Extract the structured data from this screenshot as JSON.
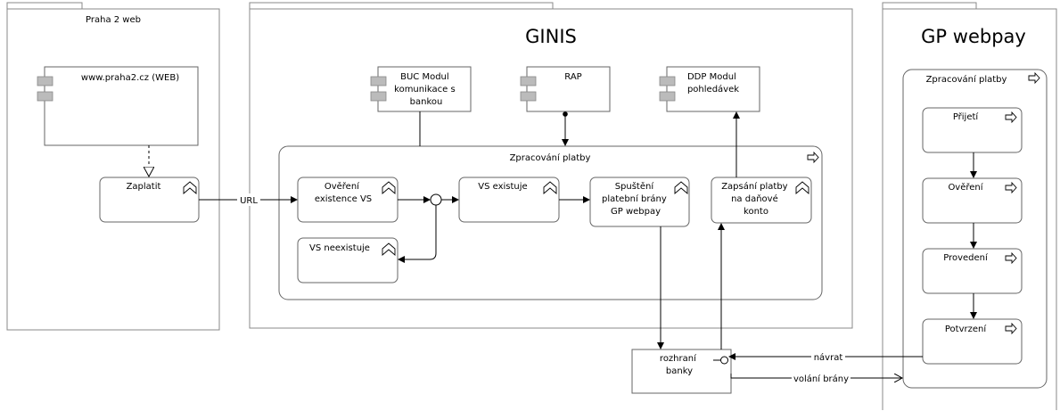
{
  "groups": {
    "praha": {
      "title": "Praha 2 web"
    },
    "ginis": {
      "title": "GINIS"
    },
    "gp": {
      "title": "GP webpay"
    }
  },
  "components": {
    "web": {
      "lines": [
        "www.praha2.cz (WEB)"
      ]
    },
    "buc": {
      "lines": [
        "BUC Modul",
        "komunikace s",
        "bankou"
      ]
    },
    "rap": {
      "lines": [
        "RAP"
      ]
    },
    "ddp": {
      "lines": [
        "DDP Modul",
        "pohledávek"
      ]
    }
  },
  "functions": {
    "zaplatit": {
      "lines": [
        "Zaplatit"
      ]
    },
    "overeni_vs": {
      "lines": [
        "Ověření",
        "existence VS"
      ]
    },
    "vs_existuje": {
      "lines": [
        "VS existuje"
      ]
    },
    "vs_neexistuje": {
      "lines": [
        "VS neexistuje"
      ]
    },
    "spusteni": {
      "lines": [
        "Spuštění",
        "platební brány",
        "GP webpay"
      ]
    },
    "zapsani": {
      "lines": [
        "Zapsání platby",
        "na daňové",
        "konto"
      ]
    }
  },
  "processes": {
    "ginis_zpracovani": {
      "lines": [
        "Zpracování platby"
      ]
    },
    "gp_zpracovani": {
      "lines": [
        "Zpracování platby"
      ]
    },
    "prijeti": {
      "lines": [
        "Přijetí"
      ]
    },
    "overeni": {
      "lines": [
        "Ověření"
      ]
    },
    "provedeni": {
      "lines": [
        "Provedení"
      ]
    },
    "potvrzeni": {
      "lines": [
        "Potvrzení"
      ]
    }
  },
  "interface": {
    "lines": [
      "rozhraní",
      "banky"
    ]
  },
  "edge_labels": {
    "url": "URL",
    "navrat": "návrat",
    "volani_brany": "volání brány"
  }
}
